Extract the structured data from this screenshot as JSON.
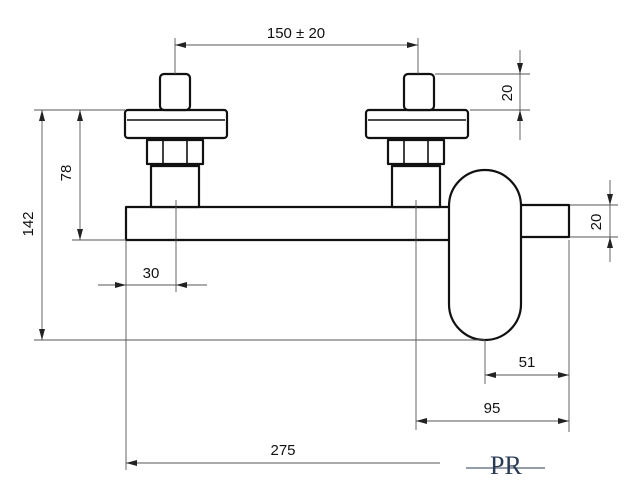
{
  "drawing": {
    "dim_top_spacing": "150 ± 20",
    "dim_right_top": "20",
    "dim_height_78": "78",
    "dim_height_142": "142",
    "dim_30": "30",
    "dim_right_spout": "20",
    "dim_51": "51",
    "dim_95": "95",
    "dim_275": "275"
  },
  "logo": {
    "text": "PR"
  },
  "colors": {
    "line": "#111111",
    "dimension": "#555555",
    "logo": "#2a3b55"
  }
}
